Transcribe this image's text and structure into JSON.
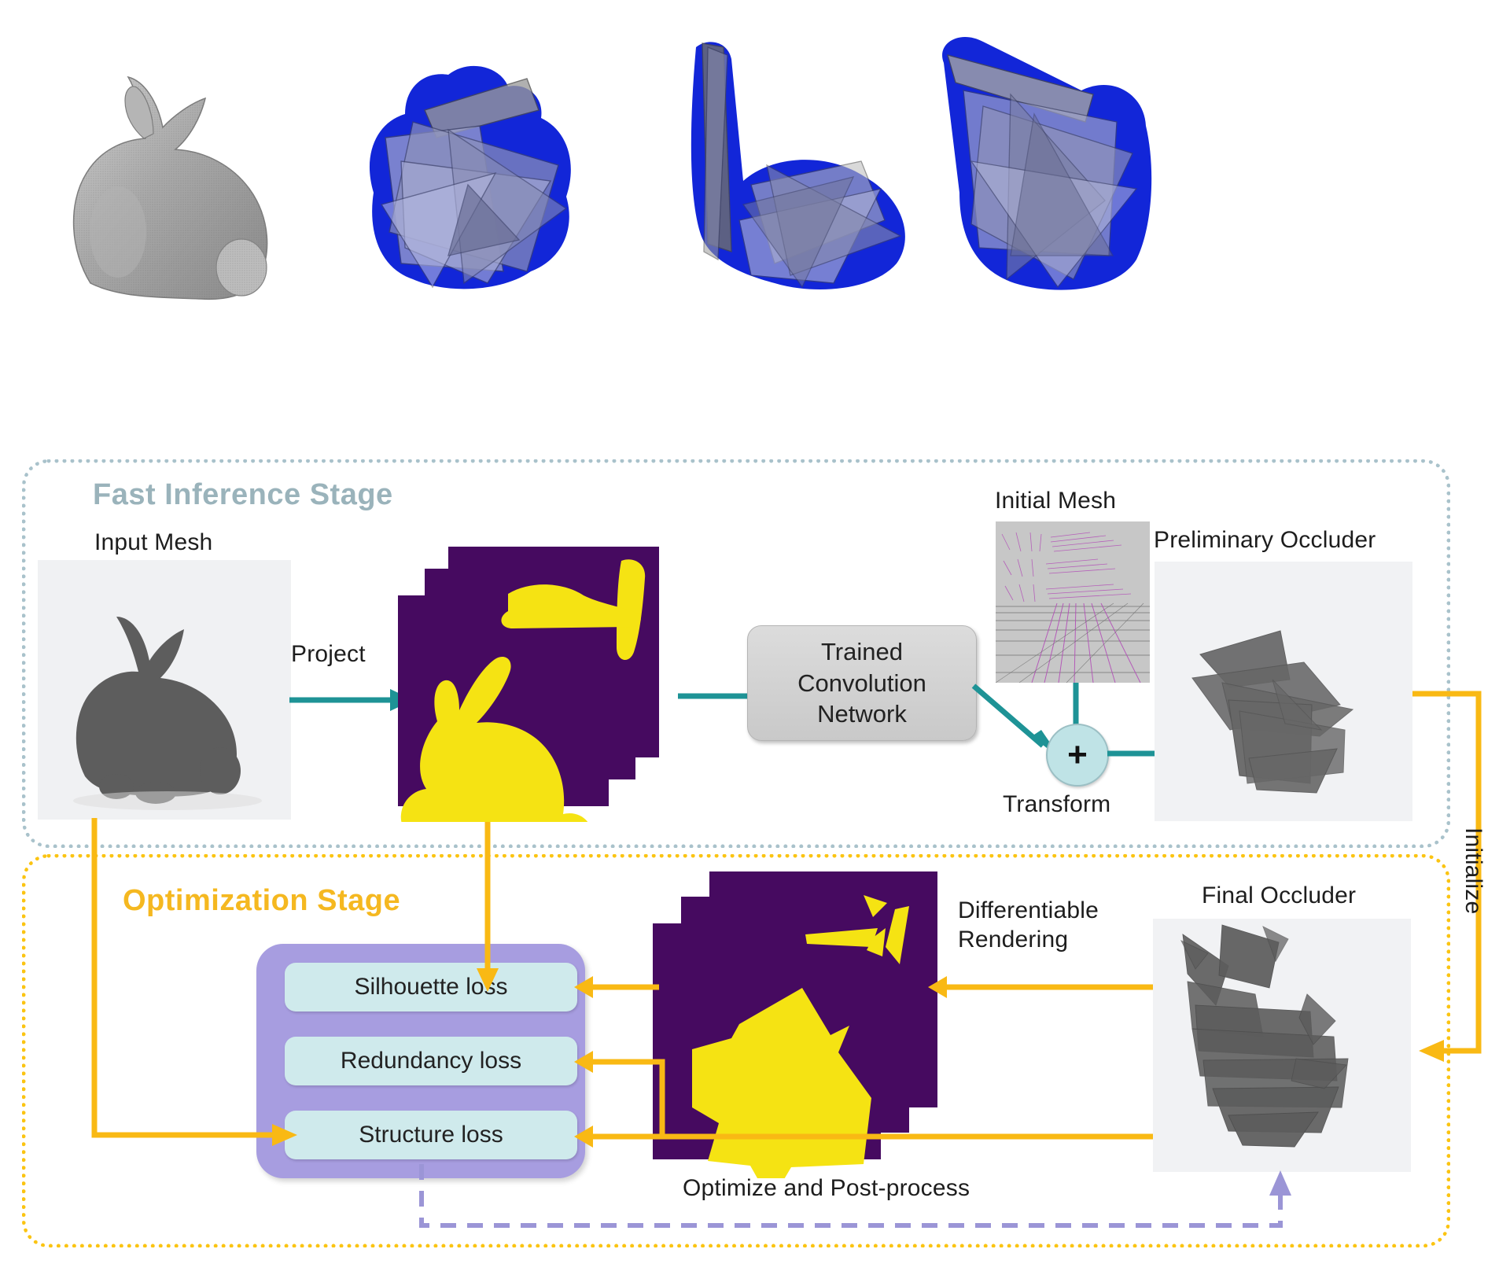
{
  "figure": {
    "top_row": {
      "items": [
        {
          "name": "original-bunny-mesh",
          "caption": ""
        },
        {
          "name": "occluder-approximation-view-1",
          "caption": ""
        },
        {
          "name": "occluder-approximation-view-2",
          "caption": ""
        },
        {
          "name": "occluder-approximation-view-3",
          "caption": ""
        }
      ],
      "silhouette_color": "#1226d8",
      "mesh_color": "#8c8c8c"
    },
    "fast_inference": {
      "title": "Fast Inference Stage",
      "title_color": "#9ab3bb",
      "border_color": "#a9c2cb",
      "input_mesh_label": "Input Mesh",
      "project_label": "Project",
      "network_label": "Trained\nConvolution\nNetwork",
      "network_lines": [
        "Trained",
        "Convolution",
        "Network"
      ],
      "initial_mesh_label": "Initial Mesh",
      "transform_label": "Transform",
      "plus_symbol": "+",
      "preliminary_occluder_label": "Preliminary Occluder",
      "arrow_color": "#1e9396"
    },
    "optimization": {
      "title": "Optimization Stage",
      "title_color": "#f5b820",
      "border_color": "#fbc412",
      "losses": [
        "Silhouette loss",
        "Redundancy loss",
        "Structure loss"
      ],
      "loss_container_color": "#a79de0",
      "loss_box_color": "#cfeaec",
      "differentiable_rendering_label": "Differentiable\nRendering",
      "differentiable_rendering_lines": [
        "Differentiable",
        "Rendering"
      ],
      "final_occluder_label": "Final Occluder",
      "optimize_label": "Optimize and Post-process",
      "arrow_color": "#f9b914",
      "dashed_arrow_color": "#9b95d6"
    },
    "initialize_label": "Initialize",
    "silhouette_render": {
      "background_color": "#460a60",
      "foreground_color": "#f5e313"
    }
  }
}
